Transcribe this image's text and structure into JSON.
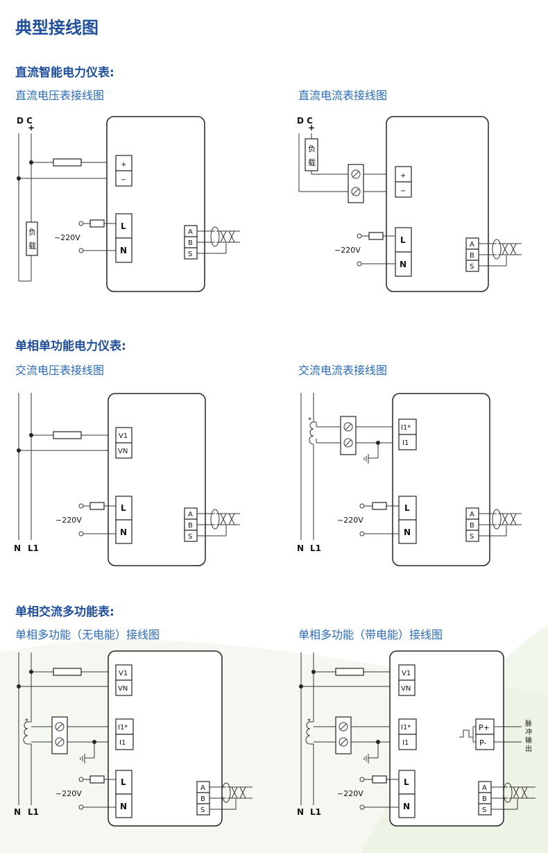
{
  "page": {
    "title": "典型接线图"
  },
  "sections": [
    {
      "title": "直流智能电力仪表:",
      "left": "直流电压表接线图",
      "right": "直流电流表接线图"
    },
    {
      "title": "单相单功能电力仪表:",
      "left": "交流电压表接线图",
      "right": "交流电流表接线图"
    },
    {
      "title": "单相交流多功能表:",
      "left": "单相多功能（无电能）接线图",
      "right": "单相多功能（带电能）接线图"
    }
  ],
  "labels": {
    "dc": "D C",
    "plus": "+",
    "minus": "−",
    "load": [
      "负",
      "载"
    ],
    "v220": "~220V",
    "L": "L",
    "N": "N",
    "A": "A",
    "B": "B",
    "S": "S",
    "V1": "V1",
    "VN": "VN",
    "I1star": "I1*",
    "I1": "I1",
    "n": "N",
    "l1": "L1",
    "star": "*",
    "pplus": "P+",
    "pminus": "P-",
    "pulse": [
      "脉",
      "冲",
      "输",
      "出"
    ]
  }
}
